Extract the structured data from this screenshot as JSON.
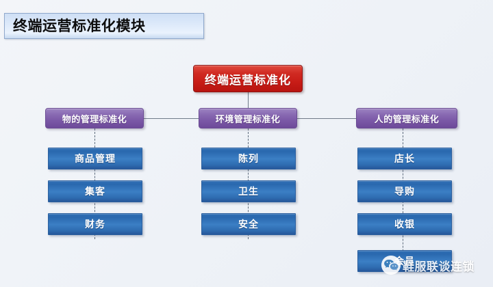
{
  "header": {
    "title": "终端运营标准化模块"
  },
  "diagram": {
    "root": {
      "label": "终端运营标准化"
    },
    "branches": [
      {
        "label": "物的管理标准化",
        "children": [
          {
            "label": "商品管理"
          },
          {
            "label": "集客"
          },
          {
            "label": "财务"
          }
        ]
      },
      {
        "label": "环境管理标准化",
        "children": [
          {
            "label": "陈列"
          },
          {
            "label": "卫生"
          },
          {
            "label": "安全"
          }
        ]
      },
      {
        "label": "人的管理标准化",
        "children": [
          {
            "label": "店长"
          },
          {
            "label": "导购"
          },
          {
            "label": "收银"
          },
          {
            "label": "会员"
          }
        ]
      }
    ]
  },
  "watermark": {
    "icon": "wechat-icon",
    "text": "鞋服联谈连锁"
  },
  "colors": {
    "background": "#f1f4f8",
    "title_fill": "#dce9fa",
    "title_border": "#8fa8cc",
    "root_fill": "#c81d17",
    "branch_fill": "#7a57a6",
    "leaf_fill": "#3b7fc4",
    "connector": "#6f7a88"
  }
}
